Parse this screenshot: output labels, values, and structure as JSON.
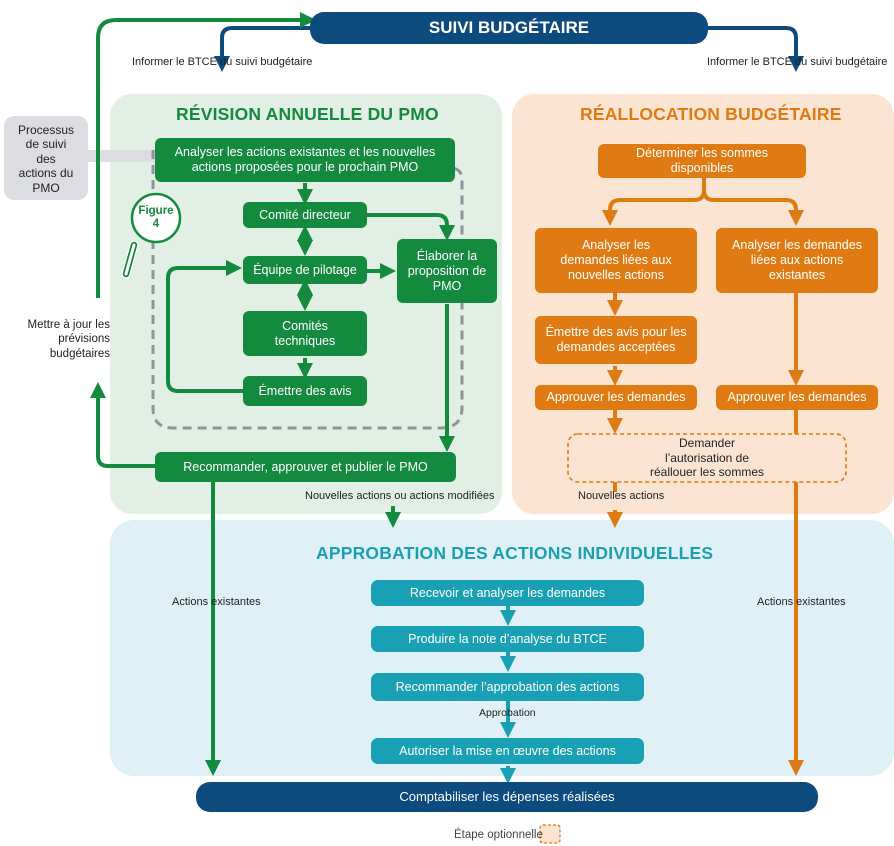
{
  "colors": {
    "green": "#138a3d",
    "orange": "#e07a12",
    "teal": "#1aa0b4",
    "navy": "#0d4a7e",
    "green_bg": "#e2efe4",
    "orange_bg": "#fbe5d2",
    "teal_bg": "#dff1f6",
    "grey": "#dcdde2"
  },
  "header": {
    "title": "SUIVI BUDGÉTAIRE"
  },
  "inform_left": "Informer le BTCE du suivi budgétaire",
  "inform_right": "Informer le BTCE du suivi budgétaire",
  "side_process": {
    "label": "Processus de suivi des actions du PMO"
  },
  "update_label": "Mettre à jour les prévisions budgétaires",
  "revision": {
    "title": "RÉVISION ANNUELLE DU PMO",
    "analyze": "Analyser les actions existantes et les nouvelles actions proposées pour le prochain PMO",
    "steering": "Comité directeur",
    "pilot": "Équipe de pilotage",
    "technical": "Comités techniques",
    "opinion": "Émettre des avis",
    "proposal": "Élaborer la proposition de PMO",
    "recommend": "Recommander, approuver et publier le PMO",
    "figure_label": "Figure",
    "figure_num": "4",
    "magnifier_icon": "magnifier-icon"
  },
  "realloc": {
    "title": "RÉALLOCATION BUDGÉTAIRE",
    "determine": "Déterminer les sommes disponibles",
    "analyze_new": "Analyser les demandes liées aux nouvelles actions",
    "analyze_existing": "Analyser les demandes liées aux actions existantes",
    "opinion_accepted": "Émettre des avis pour les demandes acceptées",
    "approve_left": "Approuver les demandes",
    "approve_right": "Approuver les demandes",
    "request_auth": "Demander l’autorisation de réallouer les sommes"
  },
  "flow_labels": {
    "new_or_modified": "Nouvelles actions ou actions modifiées",
    "new_actions": "Nouvelles actions",
    "existing_left": "Actions existantes",
    "existing_right": "Actions existantes",
    "approval": "Approbation"
  },
  "approval": {
    "title": "APPROBATION DES ACTIONS INDIVIDUELLES",
    "receive": "Recevoir et analyser les demandes",
    "note": "Produire la note d’analyse du BTCE",
    "recommend": "Recommander l’approbation des actions",
    "authorize": "Autoriser la mise en œuvre des actions"
  },
  "footer": {
    "accounting": "Comptabiliser les dépenses réalisées"
  },
  "legend": {
    "optional": "Étape optionnelle"
  }
}
